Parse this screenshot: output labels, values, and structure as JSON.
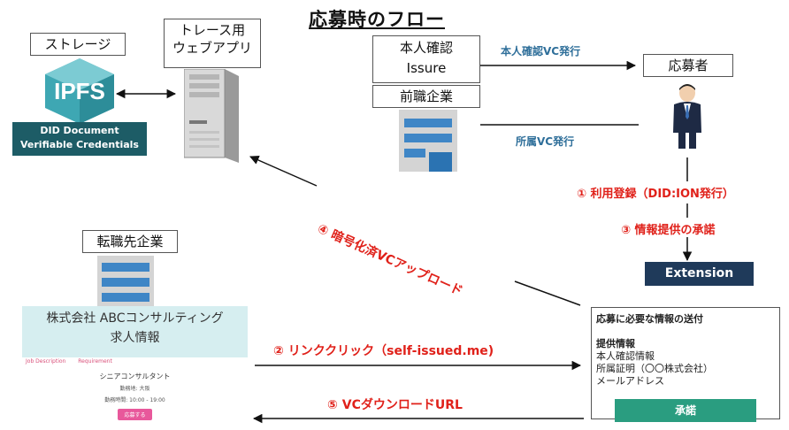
{
  "title": "応募時のフロー",
  "boxes": {
    "storage": "ストレージ",
    "trace_app_line1": "トレース用",
    "trace_app_line2": "ウェブアプリ",
    "issuer_line1": "本人確認",
    "issuer_line2": "Issure",
    "former_company": "前職企業",
    "applicant": "応募者",
    "new_company": "転職先企業"
  },
  "ipfs": {
    "logo": "IPFS",
    "caption_line1": "DID Document",
    "caption_line2": "Verifiable Credentials"
  },
  "arrows": {
    "identity_vc": "本人確認VC発行",
    "affiliation_vc": "所属VC発行",
    "step1": "① 利用登録（DID:ION発行）",
    "step3": "③ 情報提供の承諾",
    "step4": "④ 暗号化済VCアップロード",
    "step2": "② リンククリック（self-issued.me)",
    "step5": "⑤ VCダウンロードURL"
  },
  "extension": "Extension",
  "consent_card": {
    "heading": "応募に必要な情報の送付",
    "sub": "提供情報",
    "items": [
      "本人確認情報",
      "所属証明（〇〇株式会社）",
      "メールアドレス"
    ],
    "button": "承諾"
  },
  "job_page": {
    "company": "株式会社 ABCコンサルティング",
    "subtitle": "求人情報",
    "tabs": [
      "Job Description",
      "Requirement"
    ],
    "position": "シニアコンサルタント",
    "location": "勤務地: 大阪",
    "hours": "勤務時間: 10:00 - 19:00",
    "apply_button": "応募する"
  },
  "colors": {
    "ipfs_teal": "#3ea7b3",
    "caption_bg": "#1d5c66",
    "red": "#e0211a",
    "blue_label": "#2f6f9a",
    "extension_bg": "#1f3a5a",
    "consent_btn": "#2a9d80"
  }
}
